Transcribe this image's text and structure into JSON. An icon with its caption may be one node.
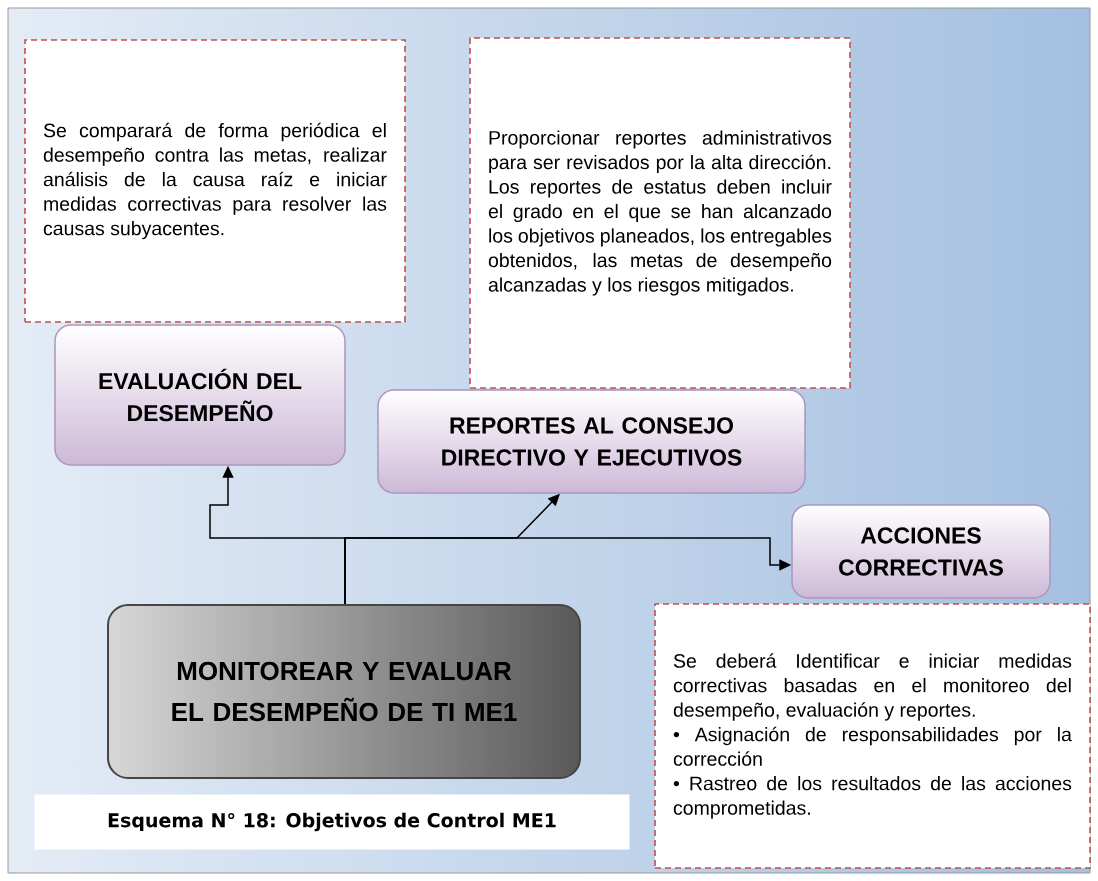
{
  "diagram": {
    "caption": "Esquema N° 18: Objetivos de Control ME1",
    "nodes": [
      {
        "text": [
          "Se comparará de forma periódica el desempeño contra las metas, realizar análisis de la causa raíz e iniciar medidas correctivas para resolver las causas subyacentes."
        ]
      },
      {
        "text": [
          "EVALUACIÓN DEL DESEMPEÑO"
        ]
      },
      {
        "text": [
          "Proporcionar reportes administrativos para ser revisados por la alta dirección. Los reportes de estatus deben incluir el grado en el que se han alcanzado los objetivos planeados, los entregables obtenidos, las metas de desempeño alcanzadas y los riesgos mitigados."
        ]
      },
      {
        "text": [
          "REPORTES AL CONSEJO DIRECTIVO Y EJECUTIVOS"
        ]
      },
      {
        "text": [
          "ACCIONES CORRECTIVAS"
        ]
      },
      {
        "text": [
          "Se deberá Identificar e iniciar medidas correctivas basadas en el monitoreo del desempeño, evaluación y reportes.",
          "• Asignación de responsabilidades por la corrección",
          "• Rastreo de los resultados de las acciones comprometidas."
        ]
      },
      {
        "text": [
          "MONITOREAR Y EVALUAR EL DESEMPEÑO DE TI ME1"
        ]
      }
    ],
    "edges": [
      {
        "from": 6,
        "to": 1,
        "arrow": "to"
      },
      {
        "from": 6,
        "to": 3,
        "arrow": "to"
      },
      {
        "from": 6,
        "to": 4,
        "arrow": "to"
      }
    ]
  }
}
